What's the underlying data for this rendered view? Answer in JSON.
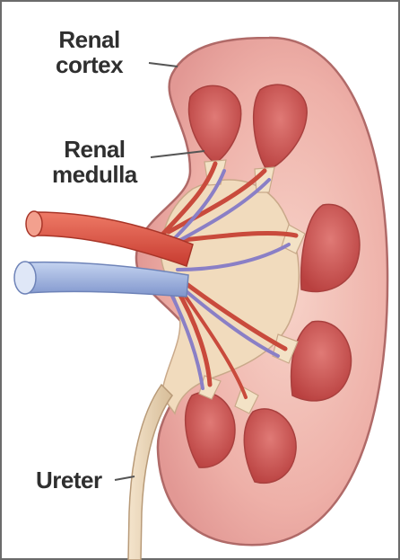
{
  "diagram": {
    "labels": {
      "cortex": [
        "Renal",
        "cortex"
      ],
      "medulla": [
        "Renal",
        "medulla"
      ],
      "ureter": "Ureter"
    }
  },
  "colors": {
    "cortex": "#e9a7a2",
    "cortex_edge": "#b06a68",
    "pyramid": "#c8504f",
    "pelvis": "#f1dbbd",
    "artery": "#d9503e",
    "vein": "#8fa8d8",
    "ureter": "#ead4b6",
    "label_text": "#2f2f2f"
  }
}
